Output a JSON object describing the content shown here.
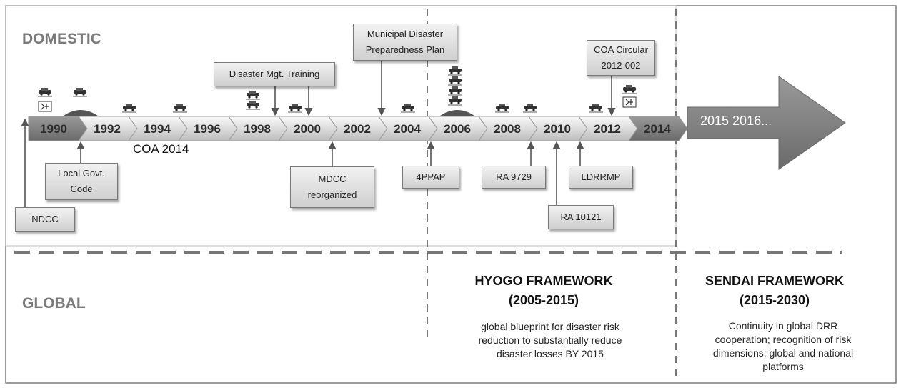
{
  "sections": {
    "domestic": "DOMESTIC",
    "global": "GLOBAL"
  },
  "timeline": {
    "years": [
      "1990",
      "1992",
      "1994",
      "1996",
      "1998",
      "2000",
      "2002",
      "2004",
      "2006",
      "2008",
      "2010",
      "2012",
      "2014"
    ],
    "future_label": "2015 2016..."
  },
  "annotations": {
    "coa_2014": "COA 2014"
  },
  "events": {
    "ndcc": "NDCC",
    "local_govt_code_l1": "Local Govt.",
    "local_govt_code_l2": "Code",
    "disaster_mgt_training": "Disaster Mgt. Training",
    "mdcc_l1": "MDCC",
    "mdcc_l2": "reorganized",
    "municipal_plan_l1": "Municipal Disaster",
    "municipal_plan_l2": "Preparedness Plan",
    "fourppap": "4PPAP",
    "ra9729": "RA 9729",
    "ra10121": "RA 10121",
    "ldrrmp": "LDRRMP",
    "coa_circular_l1": "COA Circular",
    "coa_circular_l2": "2012-002"
  },
  "frameworks": {
    "hyogo": {
      "title_l1": "HYOGO FRAMEWORK",
      "title_l2": "(2005-2015)",
      "desc_l1": "global blueprint for disaster risk",
      "desc_l2": "reduction to substantially reduce",
      "desc_l3": "disaster losses BY 2015"
    },
    "sendai": {
      "title_l1": "SENDAI FRAMEWORK",
      "title_l2": "(2015-2030)",
      "desc_l1": "Continuity in global DRR",
      "desc_l2": "cooperation; recognition of risk",
      "desc_l3": "dimensions; global and national",
      "desc_l4": "platforms"
    }
  }
}
